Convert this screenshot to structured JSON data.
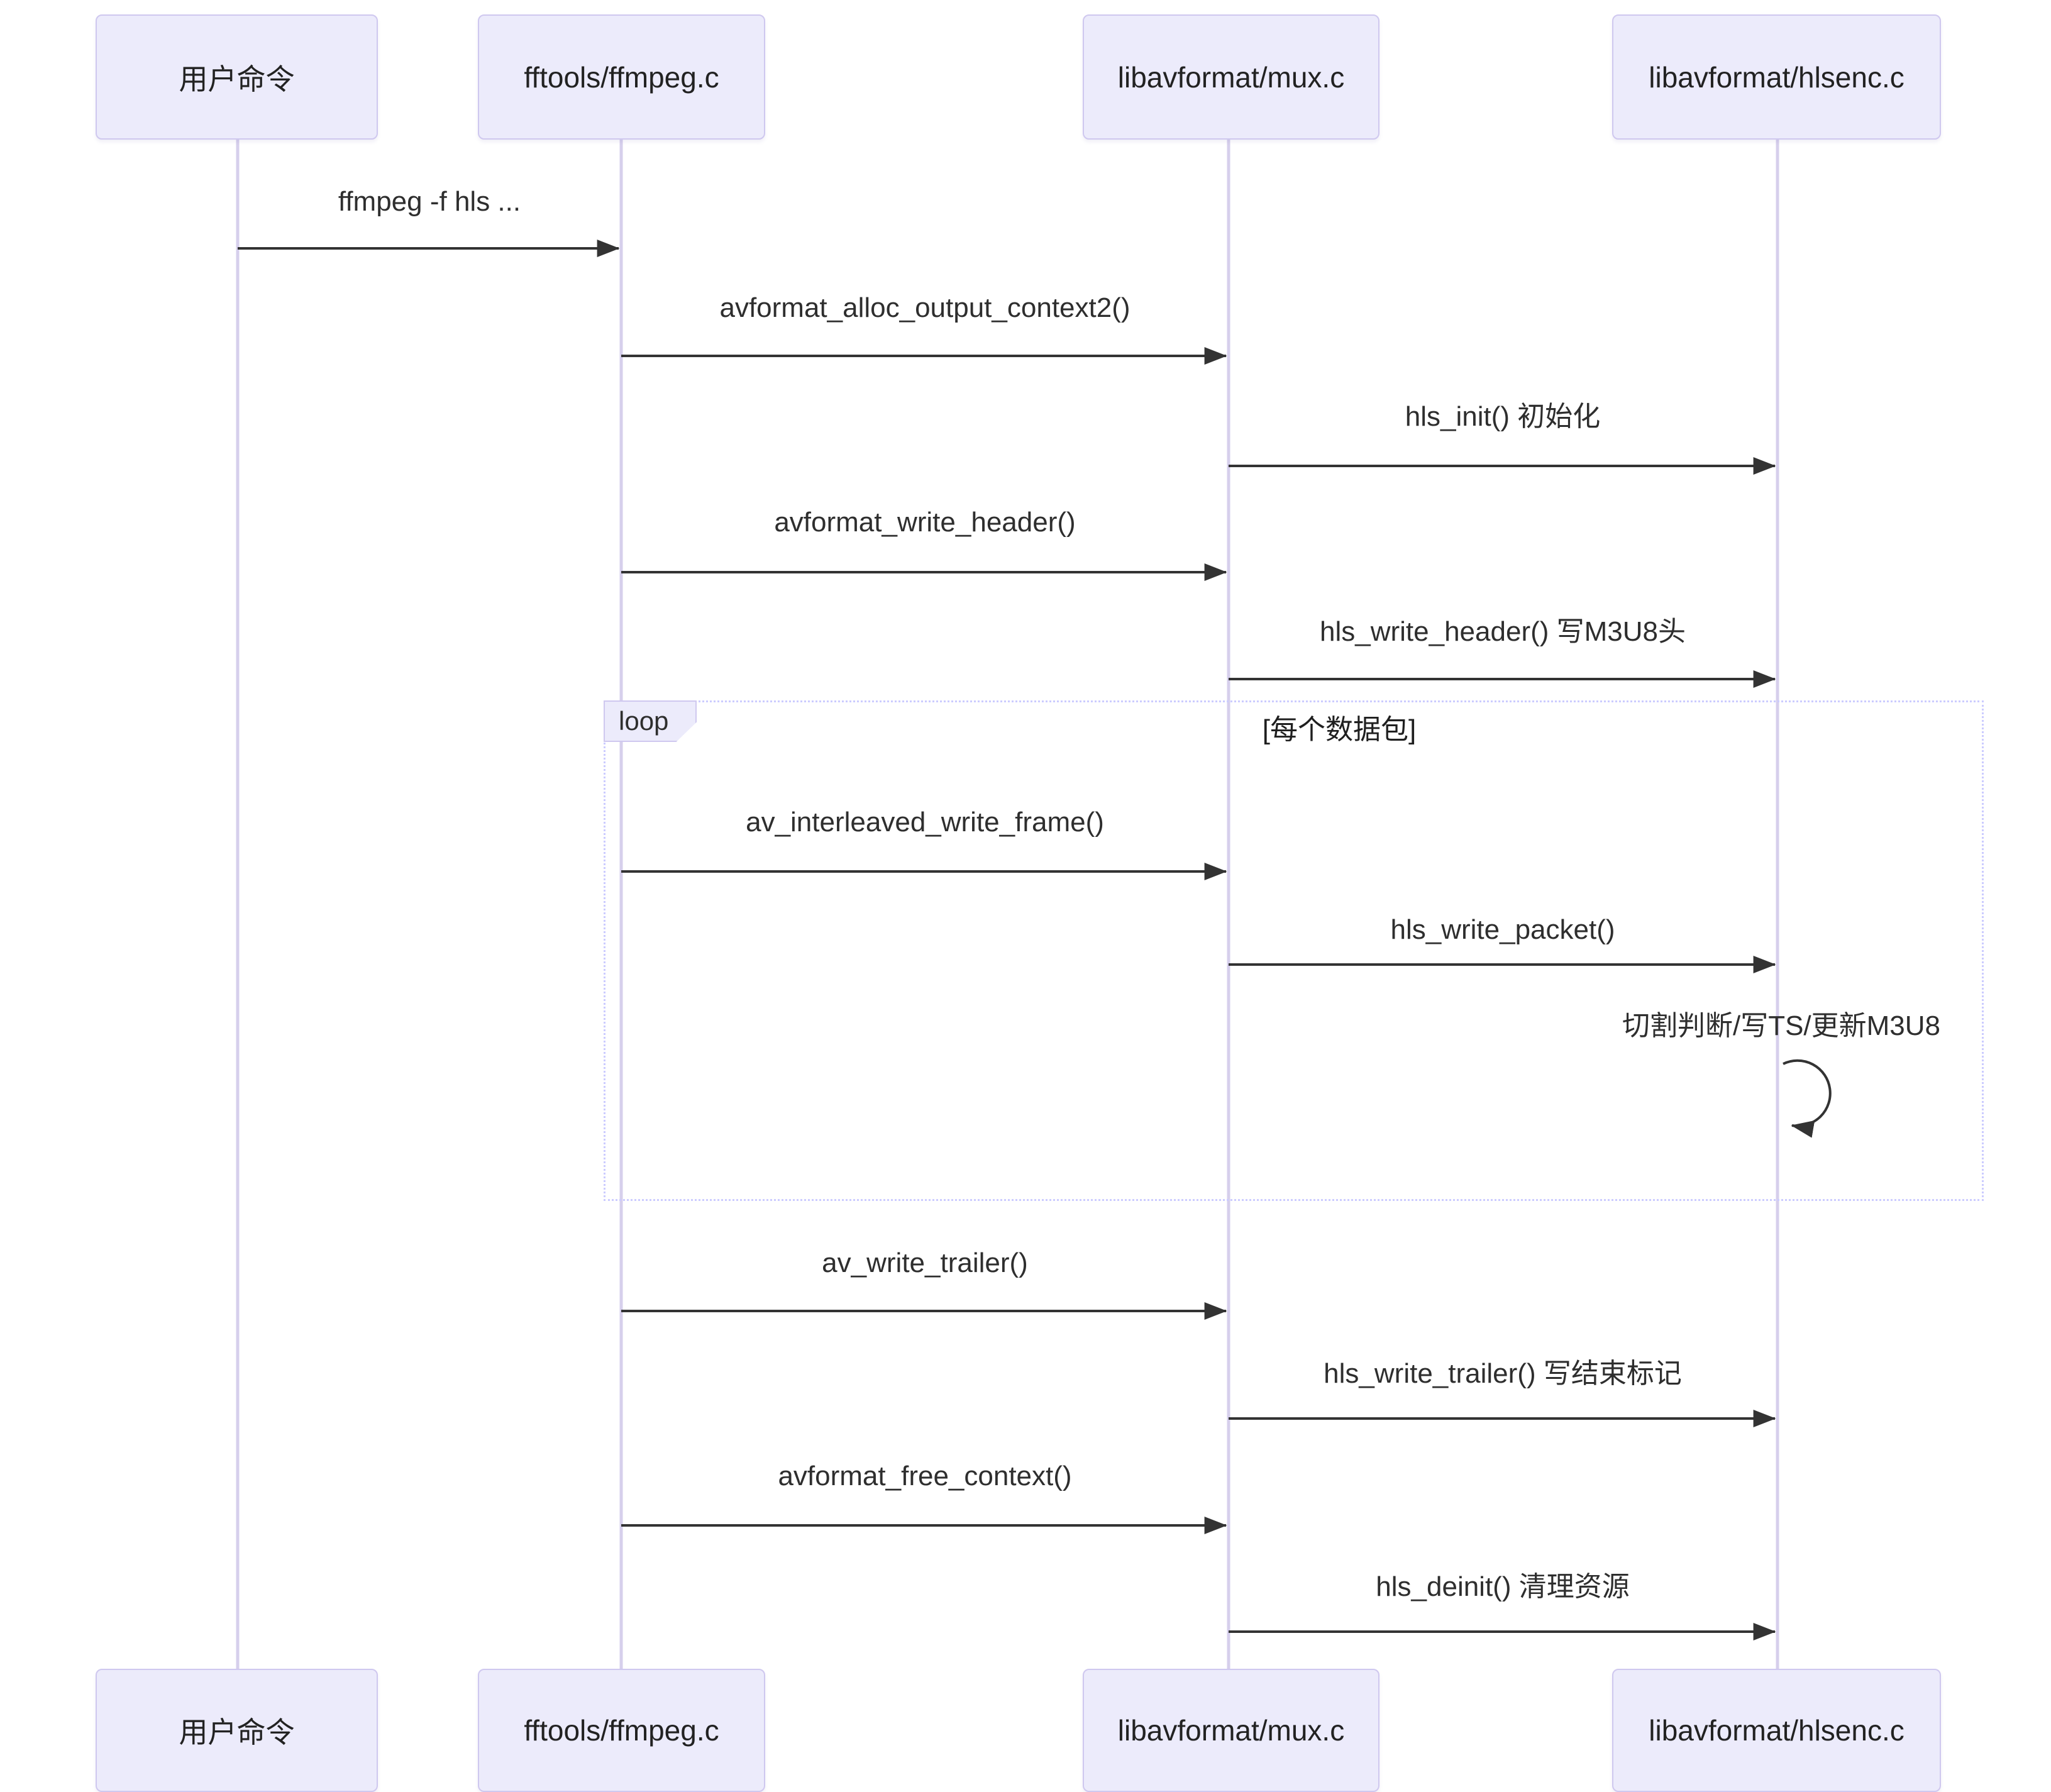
{
  "diagram": {
    "type": "sequence",
    "actors": [
      {
        "id": "user",
        "label": "用户命令"
      },
      {
        "id": "ffmpeg",
        "label": "fftools/ffmpeg.c"
      },
      {
        "id": "mux",
        "label": "libavformat/mux.c"
      },
      {
        "id": "hlsenc",
        "label": "libavformat/hlsenc.c"
      }
    ],
    "messages": [
      {
        "from": "user",
        "to": "ffmpeg",
        "type": "solid",
        "label": "ffmpeg -f hls ..."
      },
      {
        "from": "ffmpeg",
        "to": "mux",
        "type": "solid",
        "label": "avformat_alloc_output_context2()"
      },
      {
        "from": "mux",
        "to": "hlsenc",
        "type": "solid",
        "label": "hls_init() 初始化"
      },
      {
        "from": "ffmpeg",
        "to": "mux",
        "type": "solid",
        "label": "avformat_write_header()"
      },
      {
        "from": "mux",
        "to": "hlsenc",
        "type": "solid",
        "label": "hls_write_header() 写M3U8头"
      },
      {
        "from": "ffmpeg",
        "to": "mux",
        "type": "solid",
        "label": "av_interleaved_write_frame()"
      },
      {
        "from": "mux",
        "to": "hlsenc",
        "type": "solid",
        "label": "hls_write_packet()"
      },
      {
        "from": "hlsenc",
        "to": "hlsenc",
        "type": "self",
        "label": "切割判断/写TS/更新M3U8"
      },
      {
        "from": "ffmpeg",
        "to": "mux",
        "type": "solid",
        "label": "av_write_trailer()"
      },
      {
        "from": "mux",
        "to": "hlsenc",
        "type": "solid",
        "label": "hls_write_trailer() 写结束标记"
      },
      {
        "from": "ffmpeg",
        "to": "mux",
        "type": "solid",
        "label": "avformat_free_context()"
      },
      {
        "from": "mux",
        "to": "hlsenc",
        "type": "solid",
        "label": "hls_deinit() 清理资源"
      }
    ],
    "loop": {
      "label": "loop",
      "guard": "[每个数据包]"
    },
    "colors": {
      "actor_fill": "#ECEBFB",
      "actor_border": "#CFC8EF",
      "lifeline": "#D6CFEC",
      "arrow": "#333333",
      "loop_border": "#CCCCFF",
      "text": "#2e2e2e"
    }
  }
}
